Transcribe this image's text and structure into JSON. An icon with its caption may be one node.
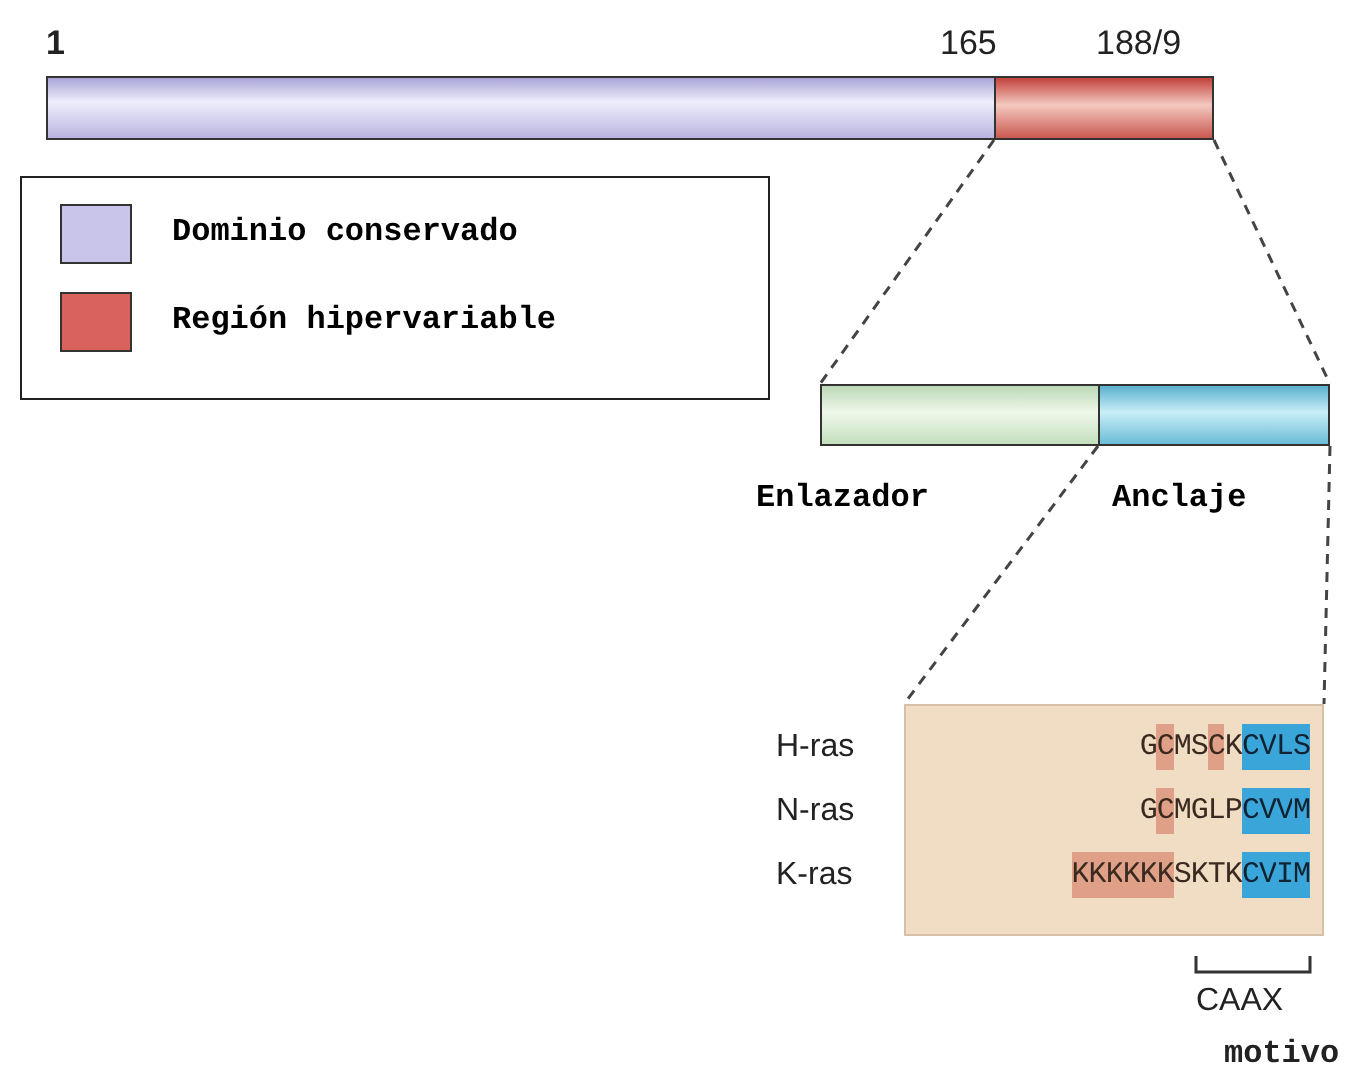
{
  "diagram": {
    "nodes": [
      {
        "text": [],
        "shape": "bar"
      },
      {
        "text": [],
        "shape": "bar"
      },
      {
        "text": [
          "Enlazador"
        ]
      },
      {
        "text": [
          "Anclaje"
        ]
      },
      {
        "text": [
          "GCMSCKCVLS",
          "GCMGLPCVVM",
          "KKKKKKSKTKCVIM"
        ]
      }
    ],
    "edges": [
      {
        "from": 1,
        "to": 2,
        "arrow": "none",
        "style": "dashed"
      },
      {
        "from": 1,
        "to": 3,
        "arrow": "none",
        "style": "dashed"
      },
      {
        "from": 3,
        "to": 4,
        "arrow": "none",
        "style": "dashed"
      },
      {
        "from": 3,
        "to": 4,
        "arrow": "none",
        "style": "dashed"
      }
    ],
    "labels": [
      "1",
      "165",
      "188/9",
      "H-ras",
      "N-ras",
      "K-ras",
      "CAAX",
      "motivo"
    ],
    "legend": [
      {
        "text": "Dominio conservado",
        "color": "#c8c4ea"
      },
      {
        "text": "Región hipervariable",
        "color": "#d9635c"
      }
    ]
  }
}
